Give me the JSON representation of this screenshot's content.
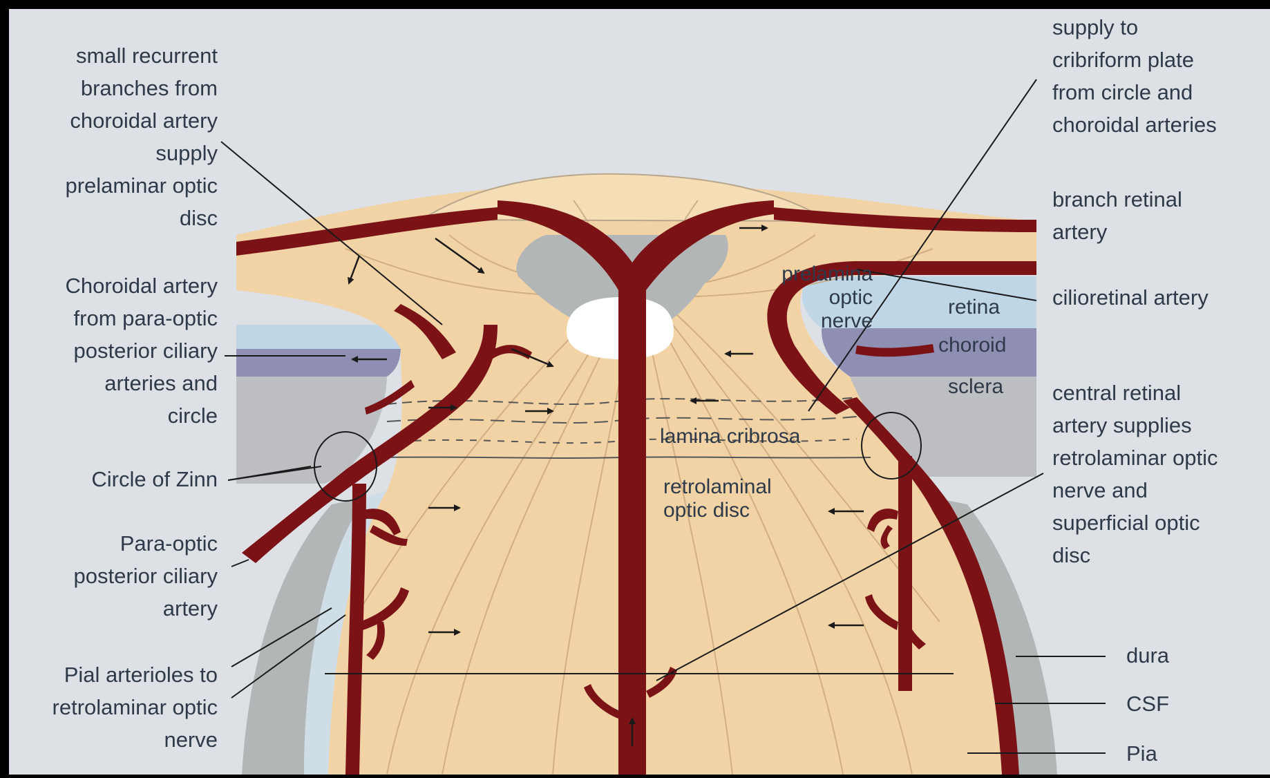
{
  "colors": {
    "background": "#dde0e4",
    "nerve": "#f2d3a6",
    "artery": "#7a1216",
    "sheath_gray": "#b3b6b6",
    "sheath_light": "#cfdde6",
    "retina": "#bfd6e6",
    "choroid": "#8f8fb4",
    "sclera": "#bcbec1",
    "text": "#2e3a4a"
  },
  "labels_left": [
    {
      "id": "recurrent",
      "lines": [
        "small recurrent",
        "branches from",
        "choroidal artery",
        "supply",
        "prelaminar optic",
        "disc"
      ]
    },
    {
      "id": "choroidal_artery",
      "lines": [
        "Choroidal artery",
        "from para-optic",
        "posterior ciliary",
        "arteries and",
        "circle"
      ]
    },
    {
      "id": "circle_of_zinn",
      "lines": [
        "Circle of Zinn"
      ]
    },
    {
      "id": "para_optic",
      "lines": [
        "Para-optic",
        "posterior ciliary",
        "artery"
      ]
    },
    {
      "id": "pial_arterioles",
      "lines": [
        "Pial arterioles to",
        "retrolaminar optic",
        "nerve"
      ]
    }
  ],
  "labels_right": [
    {
      "id": "cribriform",
      "lines": [
        "supply to",
        "cribriform plate",
        "from circle and",
        "choroidal arteries"
      ]
    },
    {
      "id": "branch_retinal",
      "lines": [
        "branch retinal",
        "artery"
      ]
    },
    {
      "id": "cilioretinal",
      "lines": [
        "cilioretinal artery"
      ]
    },
    {
      "id": "central_retinal",
      "lines": [
        "central retinal",
        "artery supplies",
        "retrolaminar optic",
        "nerve and",
        "superficial optic",
        "disc"
      ]
    },
    {
      "id": "dura",
      "lines": [
        "dura"
      ]
    },
    {
      "id": "csf",
      "lines": [
        "CSF"
      ]
    },
    {
      "id": "pia",
      "lines": [
        "Pia"
      ]
    }
  ],
  "labels_inner": {
    "prelamina": [
      "prelamina",
      "optic",
      "nerve"
    ],
    "retina": "retina",
    "choroid": "choroid",
    "sclera": "sclera",
    "lamina_cribrosa": "lamina cribrosa",
    "retrolaminal": [
      "retrolaminal",
      "optic disc"
    ]
  }
}
